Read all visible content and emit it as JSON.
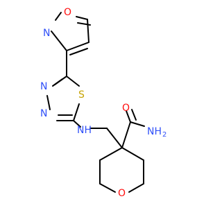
{
  "molecule": {
    "atoms": [
      {
        "id": "iso_o",
        "text": "O",
        "color": "#ff0d0d"
      },
      {
        "id": "iso_n",
        "text": "N",
        "color": "#3050f8"
      },
      {
        "id": "thd_n1",
        "text": "N",
        "color": "#3050f8"
      },
      {
        "id": "thd_n2",
        "text": "N",
        "color": "#3050f8"
      },
      {
        "id": "thd_s",
        "text": "S",
        "color": "#c6a300"
      },
      {
        "id": "nh",
        "text": "NH",
        "color": "#3050f8"
      },
      {
        "id": "carbonyl_o",
        "text": "O",
        "color": "#ff0d0d"
      },
      {
        "id": "nh2",
        "text": "NH",
        "color": "#3050f8"
      },
      {
        "id": "nh2_sub",
        "text": "2",
        "color": "#3050f8"
      },
      {
        "id": "pyran_o",
        "text": "O",
        "color": "#ff0d0d"
      }
    ],
    "bond_color": "#000000"
  }
}
